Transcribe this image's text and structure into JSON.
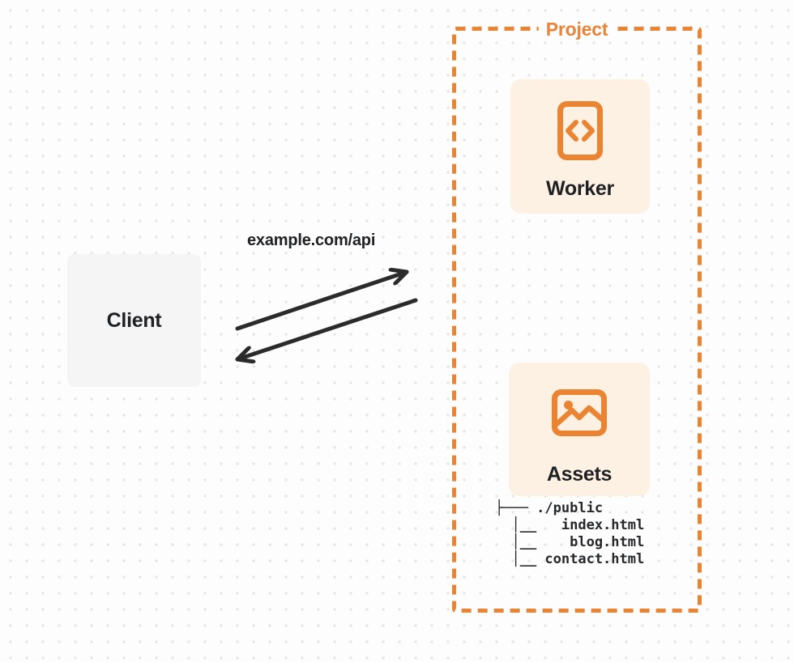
{
  "colors": {
    "orange": "#e98336",
    "card_background": "#fcf1e2",
    "client_background": "#f5f5f6",
    "arrow": "#2b2b2b",
    "text_dark": "#1f2023",
    "page_background": "#fdfdfd",
    "dot_grid": "#e7e7e7"
  },
  "client": {
    "label": "Client"
  },
  "request": {
    "label": "example.com/api"
  },
  "project": {
    "label": "Project",
    "worker": {
      "label": "Worker",
      "icon": "code-document-icon"
    },
    "assets": {
      "label": "Assets",
      "icon": "image-icon"
    },
    "file_tree": {
      "lines": [
        "├─── ./public",
        "  │__   index.html",
        "  │__    blog.html",
        "  │__ contact.html"
      ]
    }
  }
}
